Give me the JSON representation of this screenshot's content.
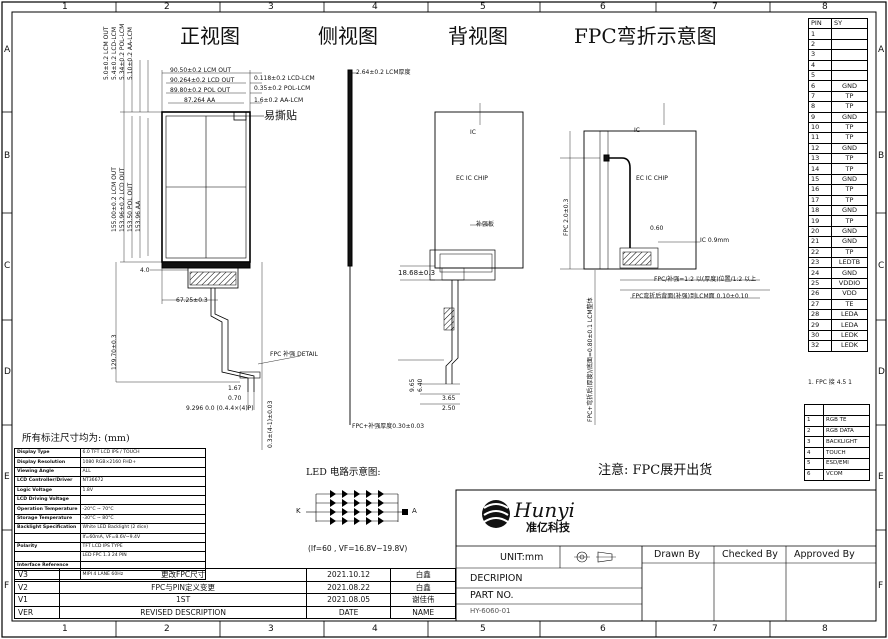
{
  "frame": {
    "columns": [
      "1",
      "2",
      "3",
      "4",
      "5",
      "6",
      "7",
      "8"
    ],
    "rows": [
      "A",
      "B",
      "C",
      "D",
      "E",
      "F"
    ]
  },
  "views": {
    "front": "正视图",
    "side": "侧视图",
    "back": "背视图",
    "fpc_bend": "FPC弯折示意图"
  },
  "front_view": {
    "top_dims": [
      "90.50±0.2 LCM OUT",
      "90.264±0.2 LCD OUT",
      "89.80±0.2 POL OUT",
      "87.264 AA"
    ],
    "right_top_dims": [
      "0.118±0.2 LCD-LCM",
      "0.35±0.2 POL-LCM",
      "1.6±0.2 AA-LCM"
    ],
    "left_vertical_dims": [
      "5.0±0.2 LCM OUT",
      "5.4±0.2 LCD-LCM",
      "5.34±0.2 POL-LCM",
      "5.10±0.2 AA-LCM"
    ],
    "left_outer_dims": [
      "155.00±0.2 LCM OUT",
      "153.96±0.2 LCD OUT",
      "153.50 POL OUT",
      "153.96 AA"
    ],
    "peel_label": "易撕贴",
    "dim_4_0": "4.0",
    "dim_67_25": "67.25±0.3",
    "dim_long": "129.70±0.3",
    "dim_1_67": "1.67",
    "dim_0_70": "0.70",
    "dim_pitch": "9.296 0.0 (0.4.4×(4)P)",
    "dim_fpc_v": "0.3±(4-1)±0.03",
    "fpc_note": "FPC 补强 DETAIL"
  },
  "side_view": {
    "thickness": "2.64±0.2 LCM厚度",
    "fpc_thickness": "FPC+补强厚度0.30±0.03"
  },
  "back_view": {
    "label1": "IC",
    "label2": "EC IC CHIP",
    "stiffener": "补强板",
    "dim_h": "18.68±0.3",
    "d1": "9.65",
    "d2": "6.40",
    "d3": "3.65",
    "d4": "2.50"
  },
  "fpc_view": {
    "label1": "IC",
    "label2": "EC IC CHIP",
    "label3": "0.60",
    "label4": "IC 0.9mm",
    "label5": "FPC/补强=1:2 以(厚度)位置/1:2 以上",
    "label6": "FPC弯折后背面(补强)到LCM面 0.10±0.10",
    "vertical_dim": "FPC+弯折后(厚度)/底面=0.80±0.1 LCM整体",
    "center_dim": "FPC 2.0±0.3"
  },
  "pin_table": {
    "header_pin": "PIN",
    "header_sym": "SY",
    "rows": [
      [
        "1",
        ""
      ],
      [
        "2",
        ""
      ],
      [
        "3",
        ""
      ],
      [
        "4",
        ""
      ],
      [
        "5",
        ""
      ],
      [
        "6",
        "GND"
      ],
      [
        "7",
        "TP"
      ],
      [
        "8",
        "TP"
      ],
      [
        "9",
        "GND"
      ],
      [
        "10",
        "TP"
      ],
      [
        "11",
        "TP"
      ],
      [
        "12",
        "GND"
      ],
      [
        "13",
        "TP"
      ],
      [
        "14",
        "TP"
      ],
      [
        "15",
        "GND"
      ],
      [
        "16",
        "TP"
      ],
      [
        "17",
        "TP"
      ],
      [
        "18",
        "GND"
      ],
      [
        "19",
        "TP"
      ],
      [
        "20",
        "GND"
      ],
      [
        "21",
        "GND"
      ],
      [
        "22",
        "TP"
      ],
      [
        "23",
        "LEDTB"
      ],
      [
        "24",
        "GND"
      ],
      [
        "25",
        "VDDIO"
      ],
      [
        "26",
        "VDD"
      ],
      [
        "27",
        "TE"
      ],
      [
        "28",
        "LEDA"
      ],
      [
        "29",
        "LEDA"
      ],
      [
        "30",
        "LEDK"
      ],
      [
        "32",
        "LEDK"
      ]
    ],
    "footnote": "1. FPC 接 4.5 1"
  },
  "notes_table": {
    "rows": [
      [
        "",
        ""
      ],
      [
        "1",
        "RGB TE"
      ],
      [
        "2",
        "RGB DATA"
      ],
      [
        "3",
        "BACKLIGHT"
      ],
      [
        "4",
        "TOUCH"
      ],
      [
        "5",
        "ESD/EMI"
      ],
      [
        "6",
        "VCOM"
      ]
    ]
  },
  "spec": {
    "title": "所有标注尺寸均为: (mm)",
    "rows": [
      [
        "Display Type",
        "6.0 TFT LCD IPS / TOUCH"
      ],
      [
        "Display Resolution",
        "1080 RGB×2160 FHD+"
      ],
      [
        "Viewing Angle",
        "ALL"
      ],
      [
        "LCD Controller/Driver",
        "NT36672"
      ],
      [
        "Logic Voltage",
        "1.8V"
      ],
      [
        "LCD Driving Voltage",
        ""
      ],
      [
        "Operation Temperature",
        "-20°C ~ 70°C"
      ],
      [
        "Storage Temperature",
        "-30°C ~ 80°C"
      ],
      [
        "Backlight Specification",
        "White LED Backlight (2 dice)"
      ],
      [
        "",
        "If=60mA, VF=8.6V~9.4V"
      ],
      [
        "Polarity",
        "TFT LCD IPS TYPE"
      ],
      [
        "",
        "LED FPC 1.3 24 PIN"
      ],
      [
        "Interface Reference",
        ""
      ],
      [
        "",
        "MIPI 4 LANE 60Hz"
      ]
    ]
  },
  "led": {
    "title": "LED 电路示意图:",
    "note": "(If=60 , VF=16.8V~19.8V)",
    "k_label": "K",
    "a_label": "A"
  },
  "note_fpc": "注意: FPC展开出货",
  "title_block": {
    "company": "Hunyi",
    "company_cn": "准亿科技",
    "unit": "UNIT:mm",
    "drawn_by": "Drawn By",
    "checked_by": "Checked By",
    "approved_by": "Approved By",
    "description": "DECRIPION",
    "part_no": "PART NO.",
    "drawing_no": "HY-6060-01"
  },
  "revisions": [
    [
      "V3",
      "更改FPC尺寸",
      "2021.10.12",
      "白鑫"
    ],
    [
      "V2",
      "FPC与PIN定义变更",
      "2021.08.22",
      "白鑫"
    ],
    [
      "V1",
      "1ST",
      "2021.08.05",
      "谢佳伟"
    ],
    [
      "VER",
      "REVISED DESCRIPTION",
      "DATE",
      "NAME"
    ]
  ]
}
